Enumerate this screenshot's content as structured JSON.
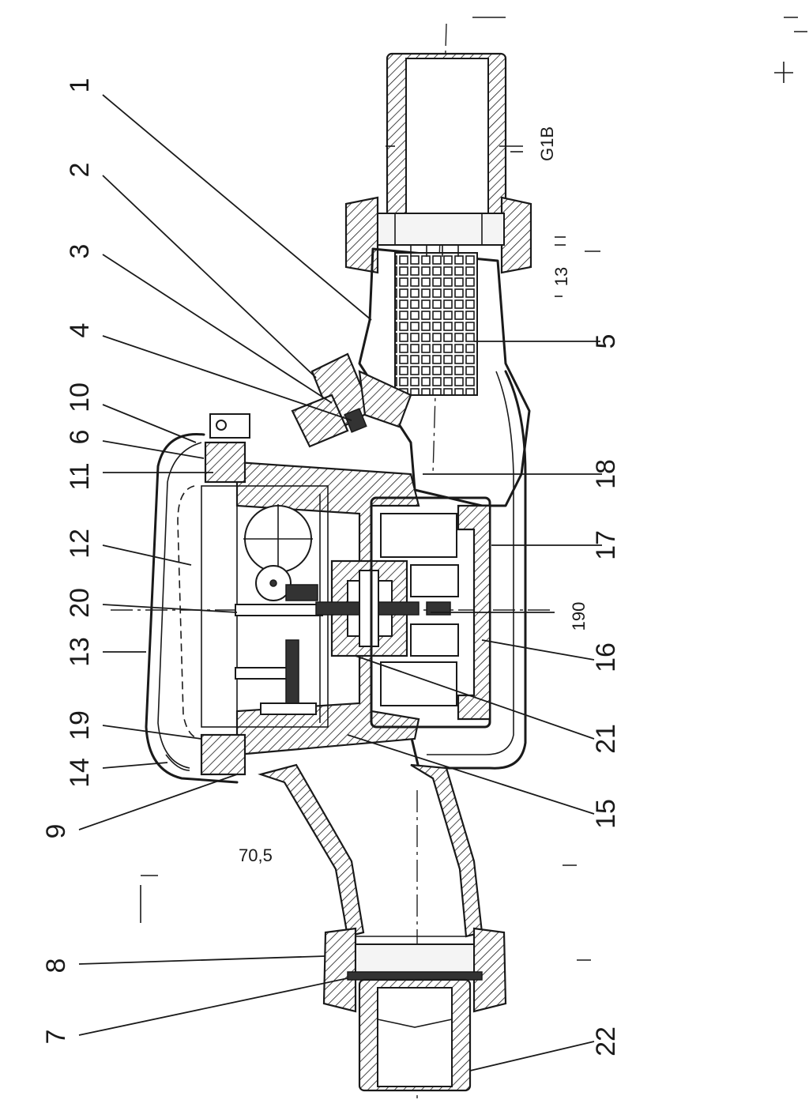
{
  "callouts": {
    "c1": "1",
    "c2": "2",
    "c3": "3",
    "c4": "4",
    "c5": "5",
    "c6": "6",
    "c7": "7",
    "c8": "8",
    "c9": "9",
    "c10": "10",
    "c11": "11",
    "c12": "12",
    "c13": "13",
    "c14": "14",
    "c15": "15",
    "c16": "16",
    "c17": "17",
    "c18": "18",
    "c19": "19",
    "c20": "20",
    "c21": "21",
    "c22": "22"
  },
  "dimensions": {
    "thread": "G1B",
    "dim_13": "13",
    "dim_190": "190",
    "dim_70_5": "70,5"
  },
  "colors": {
    "ink": "#1a1a1a",
    "paper": "#ffffff"
  }
}
